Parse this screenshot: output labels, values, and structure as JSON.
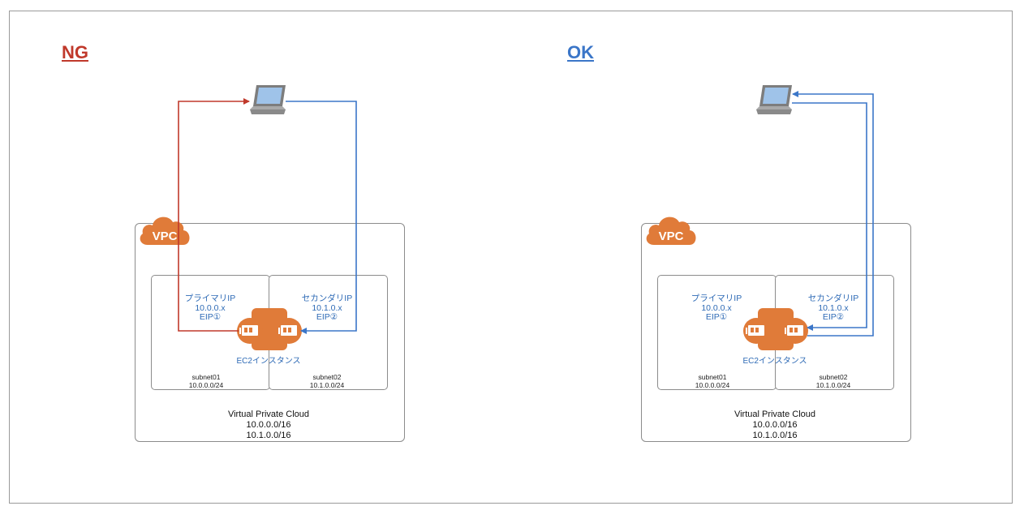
{
  "diagram": {
    "panels": [
      {
        "id": "ng",
        "verdict": "NG",
        "verdict_color": "#c0392b",
        "vpc_badge": "VPC",
        "vpc_caption": [
          "Virtual Private Cloud",
          "10.0.0.0/16",
          "10.1.0.0/16"
        ],
        "ec2_label": "EC2インスタンス",
        "primary": [
          "プライマリIP",
          "10.0.0.x",
          "EIP①"
        ],
        "secondary": [
          "セカンダリIP",
          "10.1.0.x",
          "EIP②"
        ],
        "subnets": [
          {
            "name": "subnet01",
            "cidr": "10.0.0.0/24"
          },
          {
            "name": "subnet02",
            "cidr": "10.1.0.0/24"
          }
        ],
        "links": [
          {
            "from": "primary-eni",
            "to": "laptop",
            "color": "#c0392b"
          },
          {
            "from": "laptop",
            "to": "secondary-eni",
            "color": "#3b76c8"
          }
        ]
      },
      {
        "id": "ok",
        "verdict": "OK",
        "verdict_color": "#3b76c8",
        "vpc_badge": "VPC",
        "vpc_caption": [
          "Virtual Private Cloud",
          "10.0.0.0/16",
          "10.1.0.0/16"
        ],
        "ec2_label": "EC2インスタンス",
        "primary": [
          "プライマリIP",
          "10.0.0.x",
          "EIP①"
        ],
        "secondary": [
          "セカンダリIP",
          "10.1.0.x",
          "EIP②"
        ],
        "subnets": [
          {
            "name": "subnet01",
            "cidr": "10.0.0.0/24"
          },
          {
            "name": "subnet02",
            "cidr": "10.1.0.0/24"
          }
        ],
        "links": [
          {
            "from": "secondary-eni",
            "to": "laptop",
            "color": "#3b76c8"
          },
          {
            "from": "laptop",
            "to": "secondary-eni",
            "color": "#3b76c8"
          }
        ]
      }
    ]
  },
  "colors": {
    "aws_orange": "#e07b39",
    "aws_orange_dark": "#b85f25",
    "link_blue": "#3b76c8",
    "link_red": "#c0392b"
  },
  "icons": [
    "vpc-cloud-icon",
    "laptop-icon",
    "ec2-instance-icon",
    "network-interface-icon"
  ]
}
